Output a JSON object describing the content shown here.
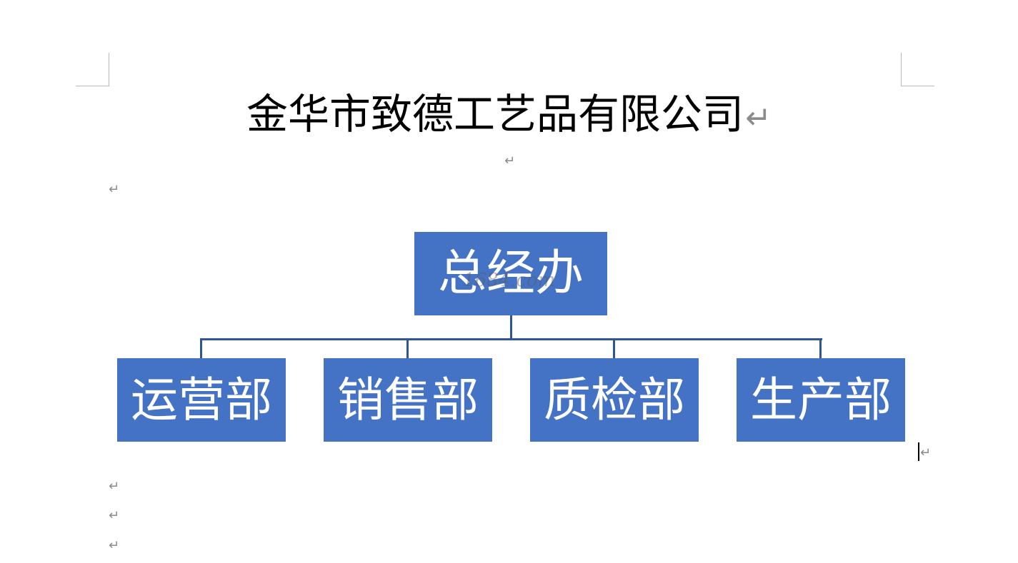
{
  "document": {
    "title": "金华市致德工艺品有限公司",
    "paragraph_mark": "↵",
    "watermark": "1684.com"
  },
  "org_chart": {
    "top": {
      "label": "总经办"
    },
    "children": [
      {
        "label": "运营部"
      },
      {
        "label": "销售部"
      },
      {
        "label": "质检部"
      },
      {
        "label": "生产部"
      }
    ]
  },
  "colors": {
    "node_fill": "#4472c4",
    "connector": "#2f5597",
    "node_text": "#ffffff"
  }
}
